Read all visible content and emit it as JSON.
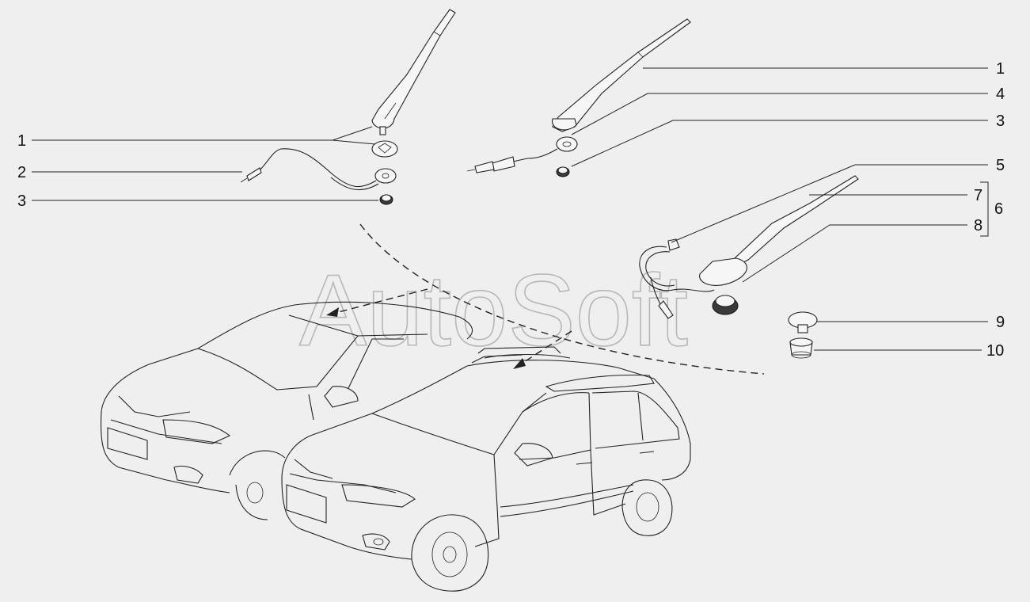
{
  "watermark": "AutoSoft",
  "callouts": {
    "left_1": "1",
    "left_2": "2",
    "left_3": "3",
    "right_1": "1",
    "right_4": "4",
    "right_3": "3",
    "right_5": "5",
    "right_7": "7",
    "right_8": "8",
    "group_6": "6",
    "right_9": "9",
    "right_10": "10"
  }
}
